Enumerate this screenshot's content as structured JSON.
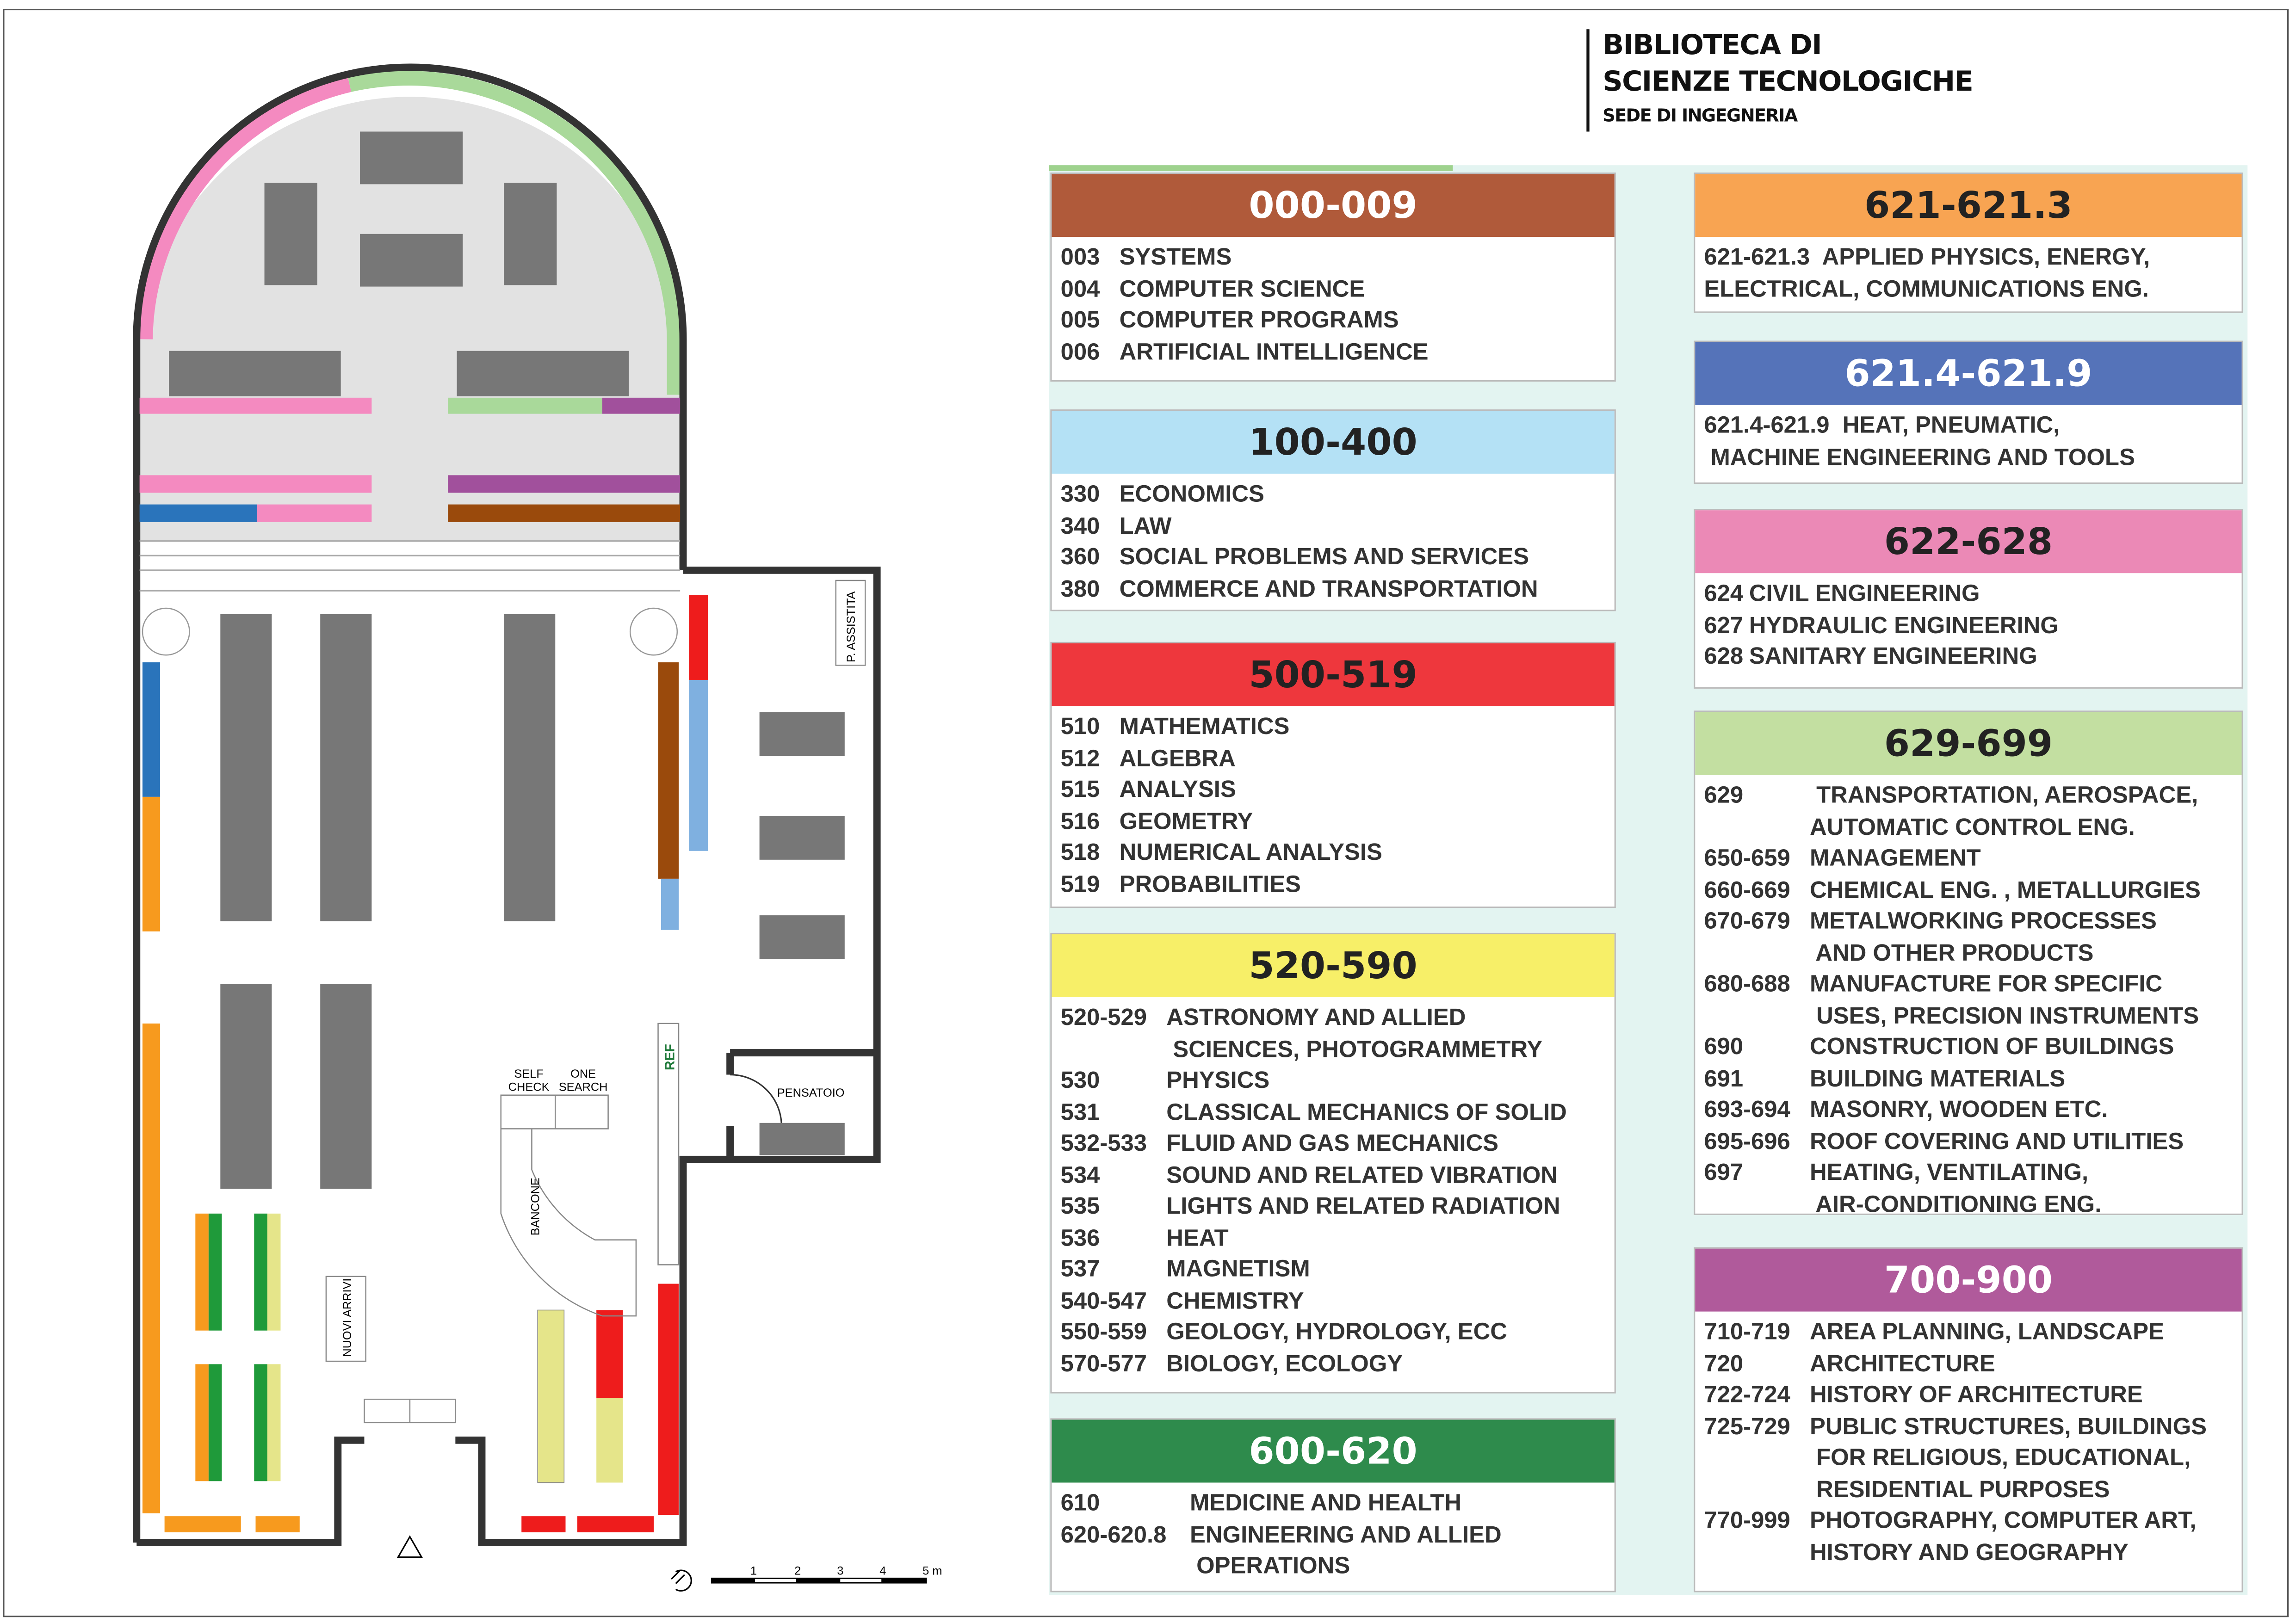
{
  "header": {
    "line1": "BIBLIOTECA DI",
    "line2": "SCIENZE TECNOLOGICHE",
    "line3": "SEDE DI INGEGNERIA"
  },
  "legend": [
    {
      "range": "000-009",
      "color": "#b05a3a",
      "text_color": "#ffffff",
      "entries": [
        {
          "code": "003",
          "text": "SYSTEMS"
        },
        {
          "code": "004",
          "text": "COMPUTER SCIENCE"
        },
        {
          "code": "005",
          "text": "COMPUTER PROGRAMS"
        },
        {
          "code": "006",
          "text": "ARTIFICIAL INTELLIGENCE"
        }
      ]
    },
    {
      "range": "100-400",
      "color": "#b4e1f5",
      "text_color": "#222222",
      "entries": [
        {
          "code": "330",
          "text": "ECONOMICS"
        },
        {
          "code": "340",
          "text": "LAW"
        },
        {
          "code": "360",
          "text": "SOCIAL PROBLEMS AND SERVICES"
        },
        {
          "code": "380",
          "text": "COMMERCE AND TRANSPORTATION"
        }
      ]
    },
    {
      "range": "500-519",
      "color": "#ee373d",
      "text_color": "#222222",
      "entries": [
        {
          "code": "510",
          "text": "MATHEMATICS"
        },
        {
          "code": "512",
          "text": "ALGEBRA"
        },
        {
          "code": "515",
          "text": "ANALYSIS"
        },
        {
          "code": "516",
          "text": "GEOMETRY"
        },
        {
          "code": "518",
          "text": "NUMERICAL ANALYSIS"
        },
        {
          "code": "519",
          "text": "PROBABILITIES"
        }
      ]
    },
    {
      "range": "520-590",
      "color": "#f7ef68",
      "text_color": "#222222",
      "entries": [
        {
          "code": "520-529",
          "text": "ASTRONOMY AND ALLIED\n SCIENCES, PHOTOGRAMMETRY"
        },
        {
          "code": "530",
          "text": "PHYSICS"
        },
        {
          "code": "531",
          "text": "CLASSICAL MECHANICS OF SOLID"
        },
        {
          "code": "532-533",
          "text": "FLUID AND GAS MECHANICS"
        },
        {
          "code": "534",
          "text": "SOUND AND RELATED VIBRATION"
        },
        {
          "code": "535",
          "text": "LIGHTS AND RELATED RADIATION"
        },
        {
          "code": "536",
          "text": "HEAT"
        },
        {
          "code": "537",
          "text": "MAGNETISM"
        },
        {
          "code": "540-547",
          "text": "CHEMISTRY"
        },
        {
          "code": "550-559",
          "text": "GEOLOGY, HYDROLOGY, ECC"
        },
        {
          "code": "570-577",
          "text": "BIOLOGY, ECOLOGY"
        }
      ]
    },
    {
      "range": "600-620",
      "color": "#2e8b4c",
      "text_color": "#ffffff",
      "entries": [
        {
          "code": "610",
          "text": "MEDICINE AND HEALTH"
        },
        {
          "code": "620-620.8",
          "text": "ENGINEERING AND ALLIED\n OPERATIONS"
        }
      ]
    },
    {
      "range": "621-621.3",
      "color": "#f8a452",
      "text_color": "#222222",
      "entries": [
        {
          "code": "",
          "text": "621-621.3  APPLIED PHYSICS, ENERGY,\nELECTRICAL, COMMUNICATIONS ENG."
        }
      ]
    },
    {
      "range": "621.4-621.9",
      "color": "#5573b9",
      "text_color": "#ffffff",
      "entries": [
        {
          "code": "",
          "text": "621.4-621.9  HEAT, PNEUMATIC,\n MACHINE ENGINEERING AND TOOLS"
        }
      ]
    },
    {
      "range": "622-628",
      "color": "#eb89b6",
      "text_color": "#222222",
      "entries": [
        {
          "code": "624",
          "text": "CIVIL ENGINEERING"
        },
        {
          "code": "627",
          "text": "HYDRAULIC ENGINEERING"
        },
        {
          "code": "628",
          "text": "SANITARY ENGINEERING"
        }
      ]
    },
    {
      "range": "629-699",
      "color": "#c3dfa1",
      "text_color": "#222222",
      "entries": [
        {
          "code": "629",
          "text": " TRANSPORTATION, AEROSPACE,\nAUTOMATIC CONTROL ENG."
        },
        {
          "code": "650-659",
          "text": "MANAGEMENT"
        },
        {
          "code": "660-669",
          "text": "CHEMICAL ENG. , METALLURGIES"
        },
        {
          "code": "670-679",
          "text": "METALWORKING PROCESSES\n AND OTHER PRODUCTS"
        },
        {
          "code": "680-688",
          "text": "MANUFACTURE FOR SPECIFIC\n USES, PRECISION INSTRUMENTS"
        },
        {
          "code": "690",
          "text": "CONSTRUCTION OF BUILDINGS"
        },
        {
          "code": "691",
          "text": "BUILDING MATERIALS"
        },
        {
          "code": "693-694",
          "text": "MASONRY, WOODEN ETC."
        },
        {
          "code": "695-696",
          "text": "ROOF COVERING AND UTILITIES"
        },
        {
          "code": "697",
          "text": "HEATING, VENTILATING,\n AIR-CONDITIONING ENG."
        }
      ]
    },
    {
      "range": "700-900",
      "color": "#b05a9b",
      "text_color": "#ffffff",
      "entries": [
        {
          "code": "710-719",
          "text": "AREA PLANNING, LANDSCAPE"
        },
        {
          "code": "720",
          "text": "ARCHITECTURE"
        },
        {
          "code": "722-724",
          "text": "HISTORY OF ARCHITECTURE"
        },
        {
          "code": "725-729",
          "text": "PUBLIC STRUCTURES, BUILDINGS\n FOR RELIGIOUS, EDUCATIONAL,\n RESIDENTIAL PURPOSES"
        },
        {
          "code": "770-999",
          "text": "PHOTOGRAPHY, COMPUTER ART,\nHISTORY AND GEOGRAPHY"
        }
      ]
    }
  ],
  "floorplan": {
    "labels": {
      "self_check": [
        "SELF",
        "CHECK"
      ],
      "one_search": [
        "ONE",
        "SEARCH"
      ],
      "bancone": "BANCONE",
      "ref": "REF",
      "pensatoio": "PENSATOIO",
      "assistita": "P.  ASSISTITA",
      "nuovi_arrivi": "NUOVI  ARRIVI"
    },
    "scale": {
      "ticks": [
        "1",
        "2",
        "3",
        "4",
        "5 m"
      ]
    }
  }
}
